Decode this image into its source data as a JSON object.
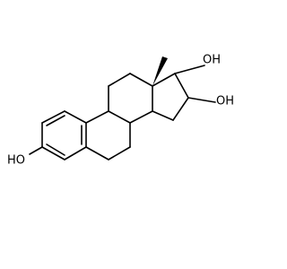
{
  "diagram": {
    "type": "skeletal-structure",
    "labels": {
      "oh_top": "OH",
      "oh_right": "OH",
      "ho_left": "HO"
    },
    "colors": {
      "bond": "#000000",
      "background": "#ffffff"
    }
  }
}
